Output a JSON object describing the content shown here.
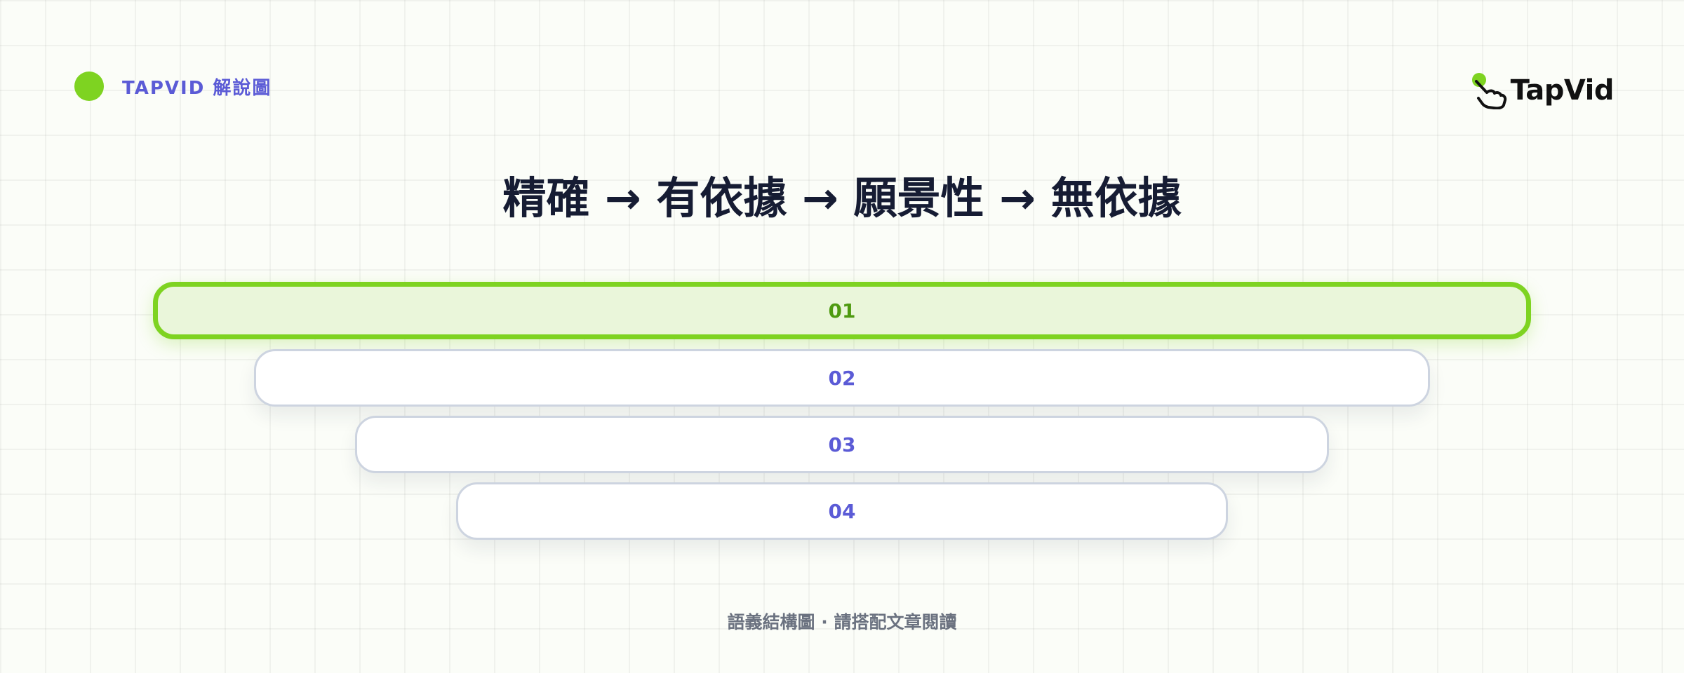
{
  "header": {
    "brand_tag": "TAPVID 解說圖",
    "logo_text": "TapVid"
  },
  "title": "精確 → 有依據 → 願景性 → 無依據",
  "tiers": [
    {
      "label": "01",
      "active": true
    },
    {
      "label": "02",
      "active": false
    },
    {
      "label": "03",
      "active": false
    },
    {
      "label": "04",
      "active": false
    }
  ],
  "footer": "語義結構圖 · 請搭配文章閱讀",
  "colors": {
    "accent": "#7ed321",
    "accent_dark": "#4e9a10",
    "accent_fill": "#eaf6da",
    "label": "#5b5bd6",
    "title": "#161c33",
    "border": "#cdd4e0",
    "footer": "#6b7280"
  },
  "icons": {
    "brand": "green-dot-icon",
    "logo": "pointing-hand-icon"
  }
}
